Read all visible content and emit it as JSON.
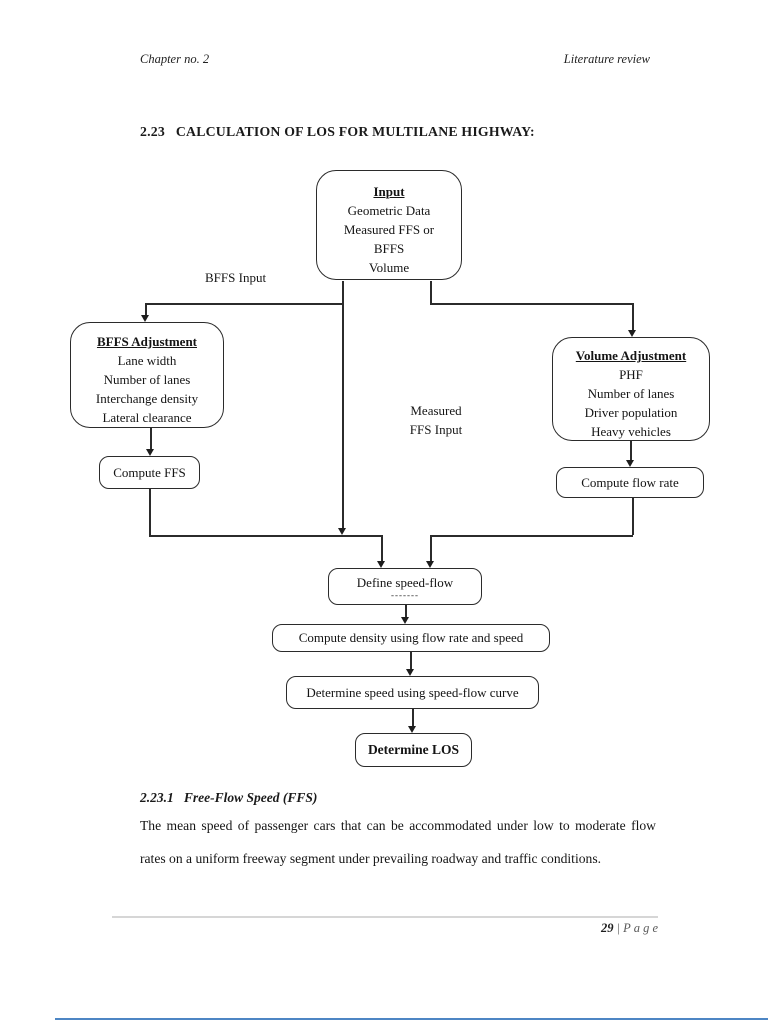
{
  "header": {
    "left": "Chapter no. 2",
    "right": "Literature review"
  },
  "title": "2.23   CALCULATION OF LOS FOR MULTILANE HIGHWAY:",
  "flowchart": {
    "nodes": {
      "input": {
        "title": "Input",
        "lines": [
          "Geometric Data",
          "Measured FFS or",
          "BFFS",
          "Volume"
        ]
      },
      "bffs_adjustment": {
        "title": "BFFS Adjustment",
        "lines": [
          "Lane width",
          "Number of lanes",
          "Interchange density",
          "Lateral clearance"
        ]
      },
      "volume_adjustment": {
        "title": "Volume Adjustment",
        "lines": [
          "PHF",
          "Number of lanes",
          "Driver population",
          "Heavy vehicles"
        ]
      },
      "compute_ffs": {
        "label": "Compute FFS"
      },
      "compute_flow_rate": {
        "label": "Compute flow rate"
      },
      "define_speed_flow": {
        "label": "Define speed-flow",
        "sub": "-------"
      },
      "compute_density": {
        "label": "Compute density using flow rate and speed"
      },
      "determine_speed": {
        "label": "Determine speed using speed-flow curve"
      },
      "determine_los": {
        "label": "Determine LOS"
      }
    },
    "edge_labels": {
      "bffs_input": "BFFS Input",
      "measured_ffs_line1": "Measured",
      "measured_ffs_line2": "FFS Input"
    }
  },
  "section": {
    "heading": "2.23.1   Free-Flow Speed (FFS)",
    "paragraph_lines": [
      "The mean speed of passenger cars that can be accommodated under low to moderate flow",
      "rates on a uniform freeway segment under prevailing roadway and traffic conditions."
    ]
  },
  "footer": {
    "page_number": "29",
    "page_word": "| P a g e"
  },
  "colors": {
    "line": "#2b2b2b",
    "text": "#1a1a1a",
    "footer_rule": "#d6d6d6",
    "bottom_accent": "#4d86c4"
  }
}
